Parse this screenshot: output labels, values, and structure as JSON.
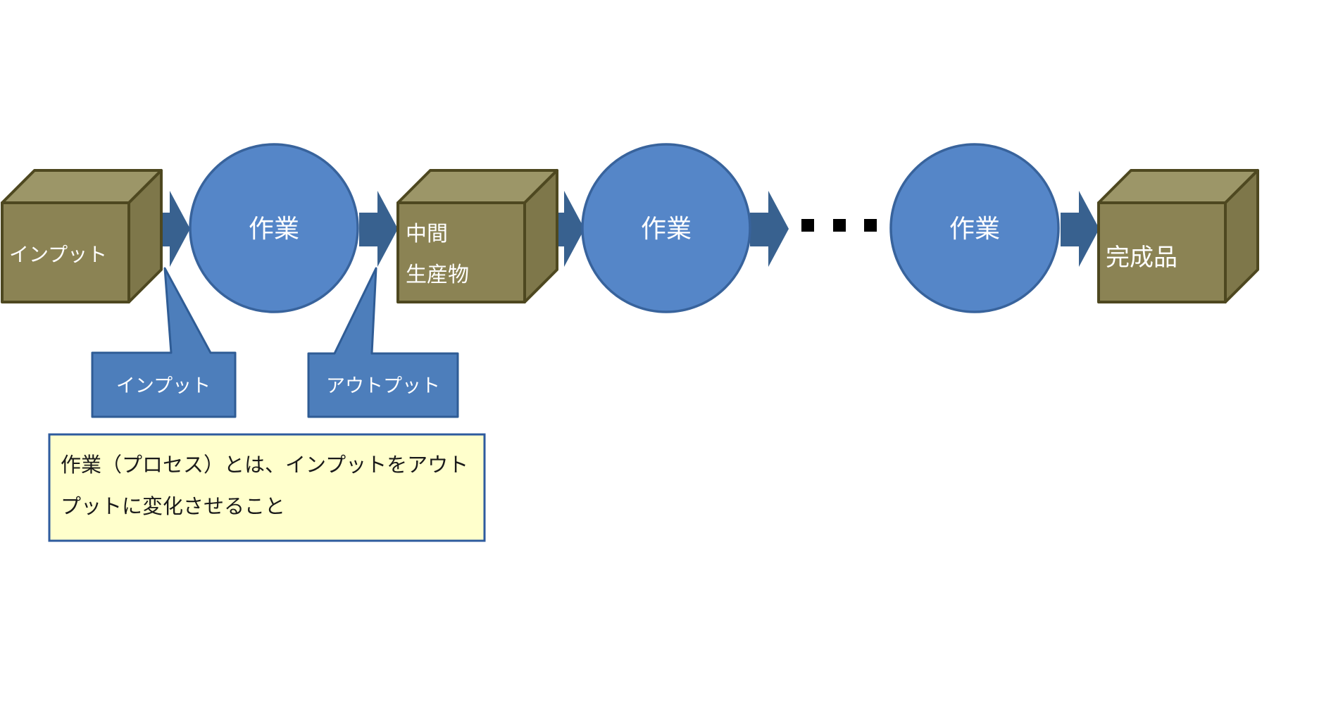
{
  "diagram": {
    "nodes": {
      "input_box": {
        "type": "box",
        "label": "インプット"
      },
      "process1": {
        "type": "circle",
        "label": "作業"
      },
      "intermediate_box": {
        "type": "box",
        "label_line1": "中間",
        "label_line2": "生産物"
      },
      "process2": {
        "type": "circle",
        "label": "作業"
      },
      "ellipsis": {
        "type": "dots",
        "label": "・・・"
      },
      "process3": {
        "type": "circle",
        "label": "作業"
      },
      "final_box": {
        "type": "box",
        "label": "完成品"
      }
    },
    "callouts": {
      "input": {
        "label": "インプット"
      },
      "output": {
        "label": "アウトプット"
      }
    },
    "note": {
      "line1": "作業（プロセス）とは、インプットをアウト",
      "line2": "プットに変化させること",
      "full_text": "作業（プロセス）とは、インプットをアウトプットに変化させること"
    },
    "colors": {
      "background": "#FFFFFF",
      "process_circle_fill": "#5586C8",
      "process_circle_border": "#38639C",
      "arrow_fill": "#38618F",
      "callout_fill": "#4D7EBB",
      "callout_border": "#2F5C95",
      "box_front": "#8B8354",
      "box_top": "#9C9668",
      "box_side": "#7E774A",
      "box_border": "#4E4820",
      "note_fill": "#FFFFCC",
      "note_border": "#2E5B9E",
      "dots": "#000000",
      "label_text": "#FFFFFF",
      "note_text": "#1A1A1A"
    }
  }
}
